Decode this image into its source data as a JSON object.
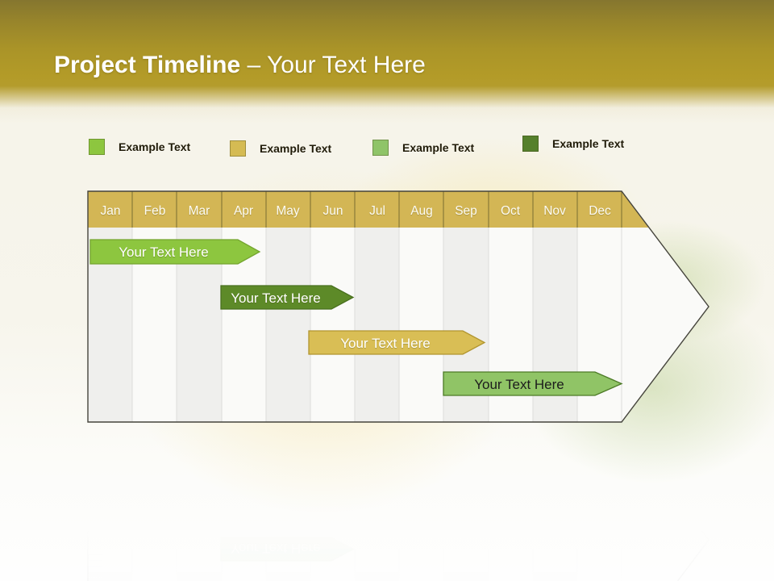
{
  "header": {
    "title_bold": "Project Timeline",
    "title_rest": "– Your Text Here"
  },
  "legend": {
    "items": [
      {
        "label": "Example Text",
        "color": "#8DC63F"
      },
      {
        "label": "Example Text",
        "color": "#D5BB53"
      },
      {
        "label": "Example Text",
        "color": "#8FC468"
      },
      {
        "label": "Example Text",
        "color": "#55802C"
      }
    ]
  },
  "timeline": {
    "months": [
      "Jan",
      "Feb",
      "Mar",
      "Apr",
      "May",
      "Jun",
      "Jul",
      "Aug",
      "Sep",
      "Oct",
      "Nov",
      "Dec"
    ],
    "header_fill": "#D3B655",
    "stripe_fill": "#EFEFED",
    "bars": [
      {
        "label": "Your  Text Here",
        "fill": "#8DC63F",
        "stroke": "#74A52F",
        "text_color": "#FFFFFF"
      },
      {
        "label": "Your  Text Here",
        "fill": "#5D8A28",
        "stroke": "#49701E",
        "text_color": "#FFFFFF"
      },
      {
        "label": "Your  Text Here",
        "fill": "#D9BE55",
        "stroke": "#B1952F",
        "text_color": "#FFFFFF"
      },
      {
        "label": "Your  Text Here",
        "fill": "#90C466",
        "stroke": "#4C7A26",
        "text_color": "#1C1C1C"
      }
    ]
  }
}
